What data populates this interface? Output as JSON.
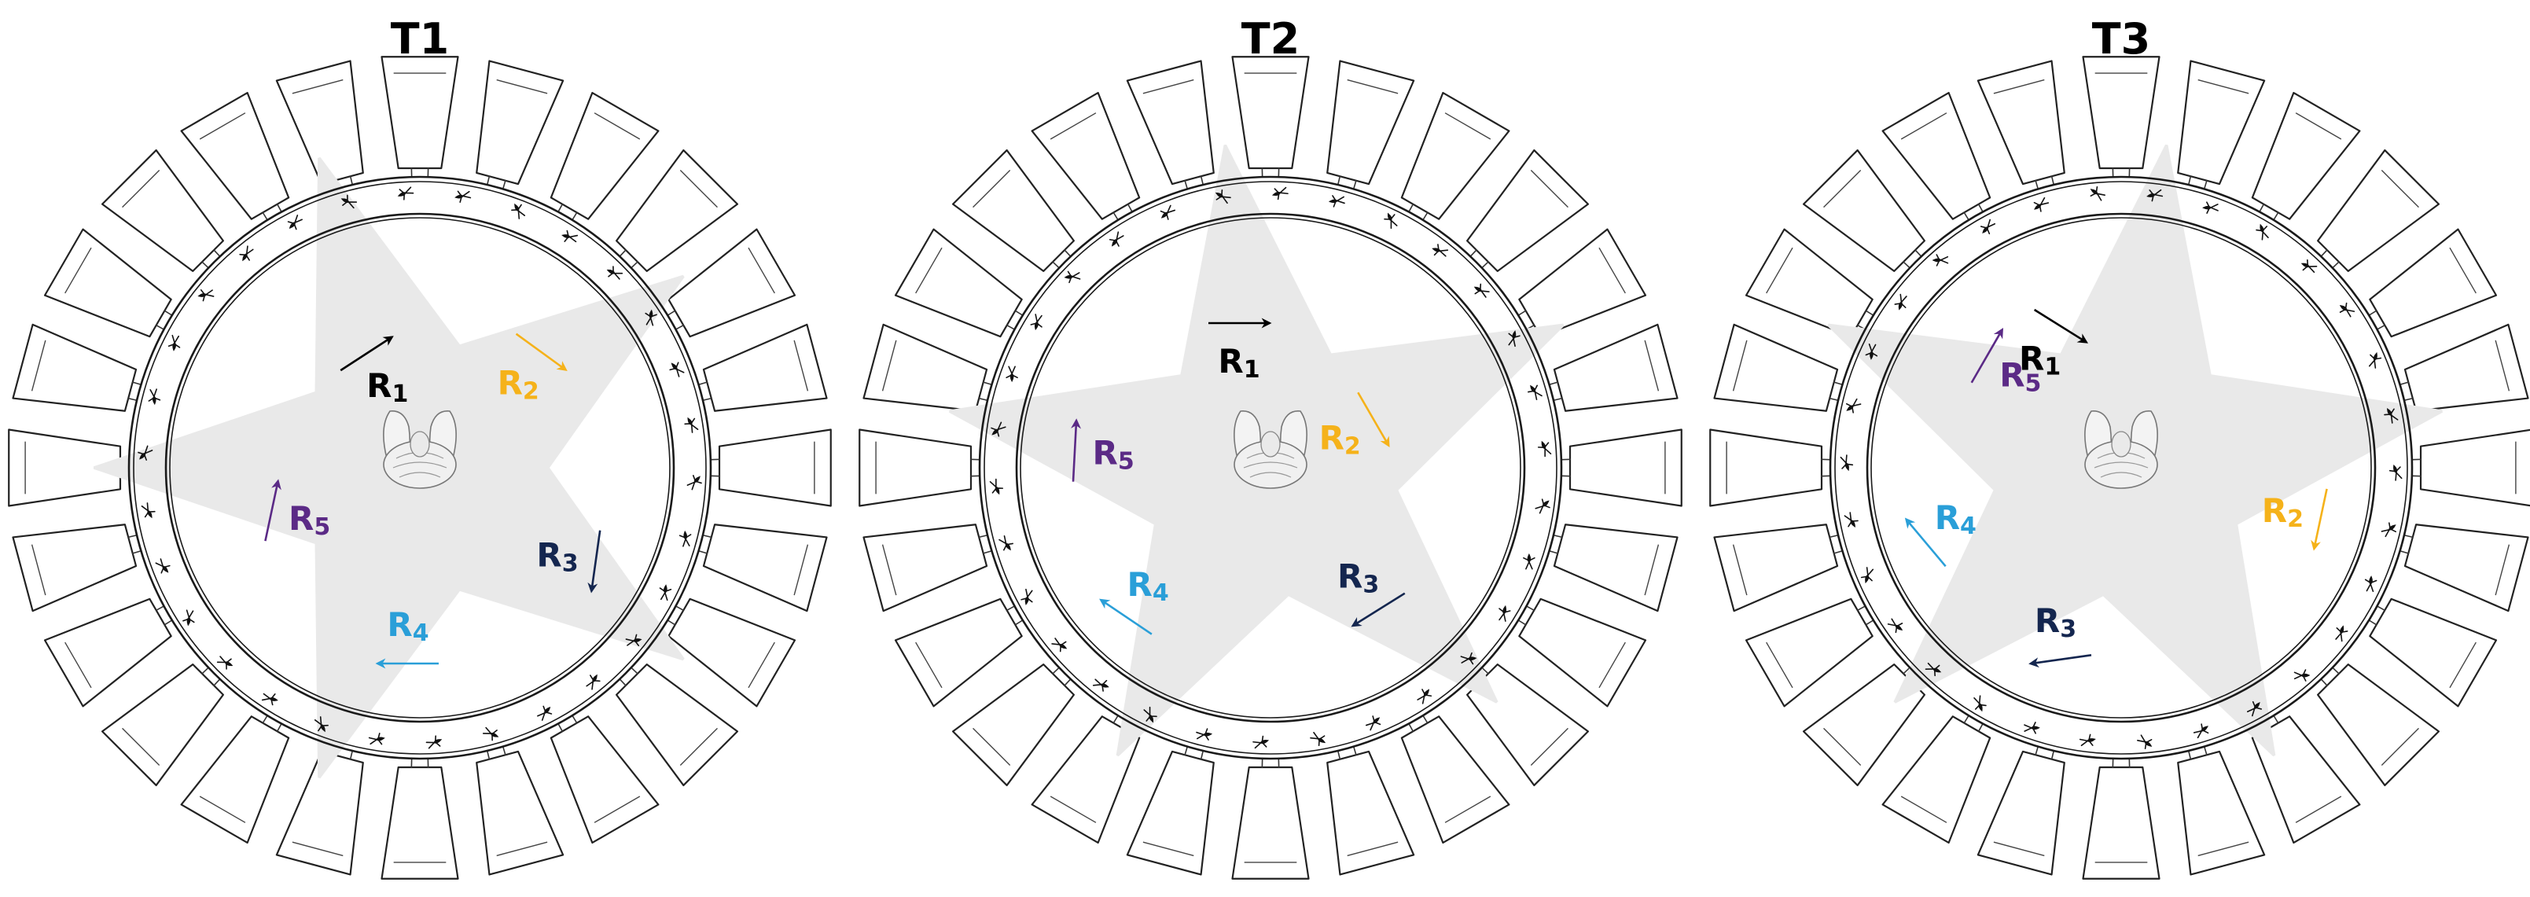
{
  "panels": [
    {
      "title": "T1",
      "zones": [
        {
          "letter": "R",
          "sub": "1",
          "color": "#000000"
        },
        {
          "letter": "R",
          "sub": "2",
          "color": "#f5b21a"
        },
        {
          "letter": "R",
          "sub": "3",
          "color": "#14264f"
        },
        {
          "letter": "R",
          "sub": "4",
          "color": "#2a9fd8"
        },
        {
          "letter": "R",
          "sub": "5",
          "color": "#5b2a86"
        }
      ]
    },
    {
      "title": "T2",
      "zones": [
        {
          "letter": "R",
          "sub": "1",
          "color": "#000000"
        },
        {
          "letter": "R",
          "sub": "2",
          "color": "#f5b21a"
        },
        {
          "letter": "R",
          "sub": "3",
          "color": "#14264f"
        },
        {
          "letter": "R",
          "sub": "4",
          "color": "#2a9fd8"
        },
        {
          "letter": "R",
          "sub": "5",
          "color": "#5b2a86"
        }
      ]
    },
    {
      "title": "T3",
      "zones": [
        {
          "letter": "R",
          "sub": "1",
          "color": "#000000"
        },
        {
          "letter": "R",
          "sub": "2",
          "color": "#f5b21a"
        },
        {
          "letter": "R",
          "sub": "3",
          "color": "#14264f"
        },
        {
          "letter": "R",
          "sub": "4",
          "color": "#2a9fd8"
        },
        {
          "letter": "R",
          "sub": "5",
          "color": "#5b2a86"
        }
      ]
    }
  ]
}
